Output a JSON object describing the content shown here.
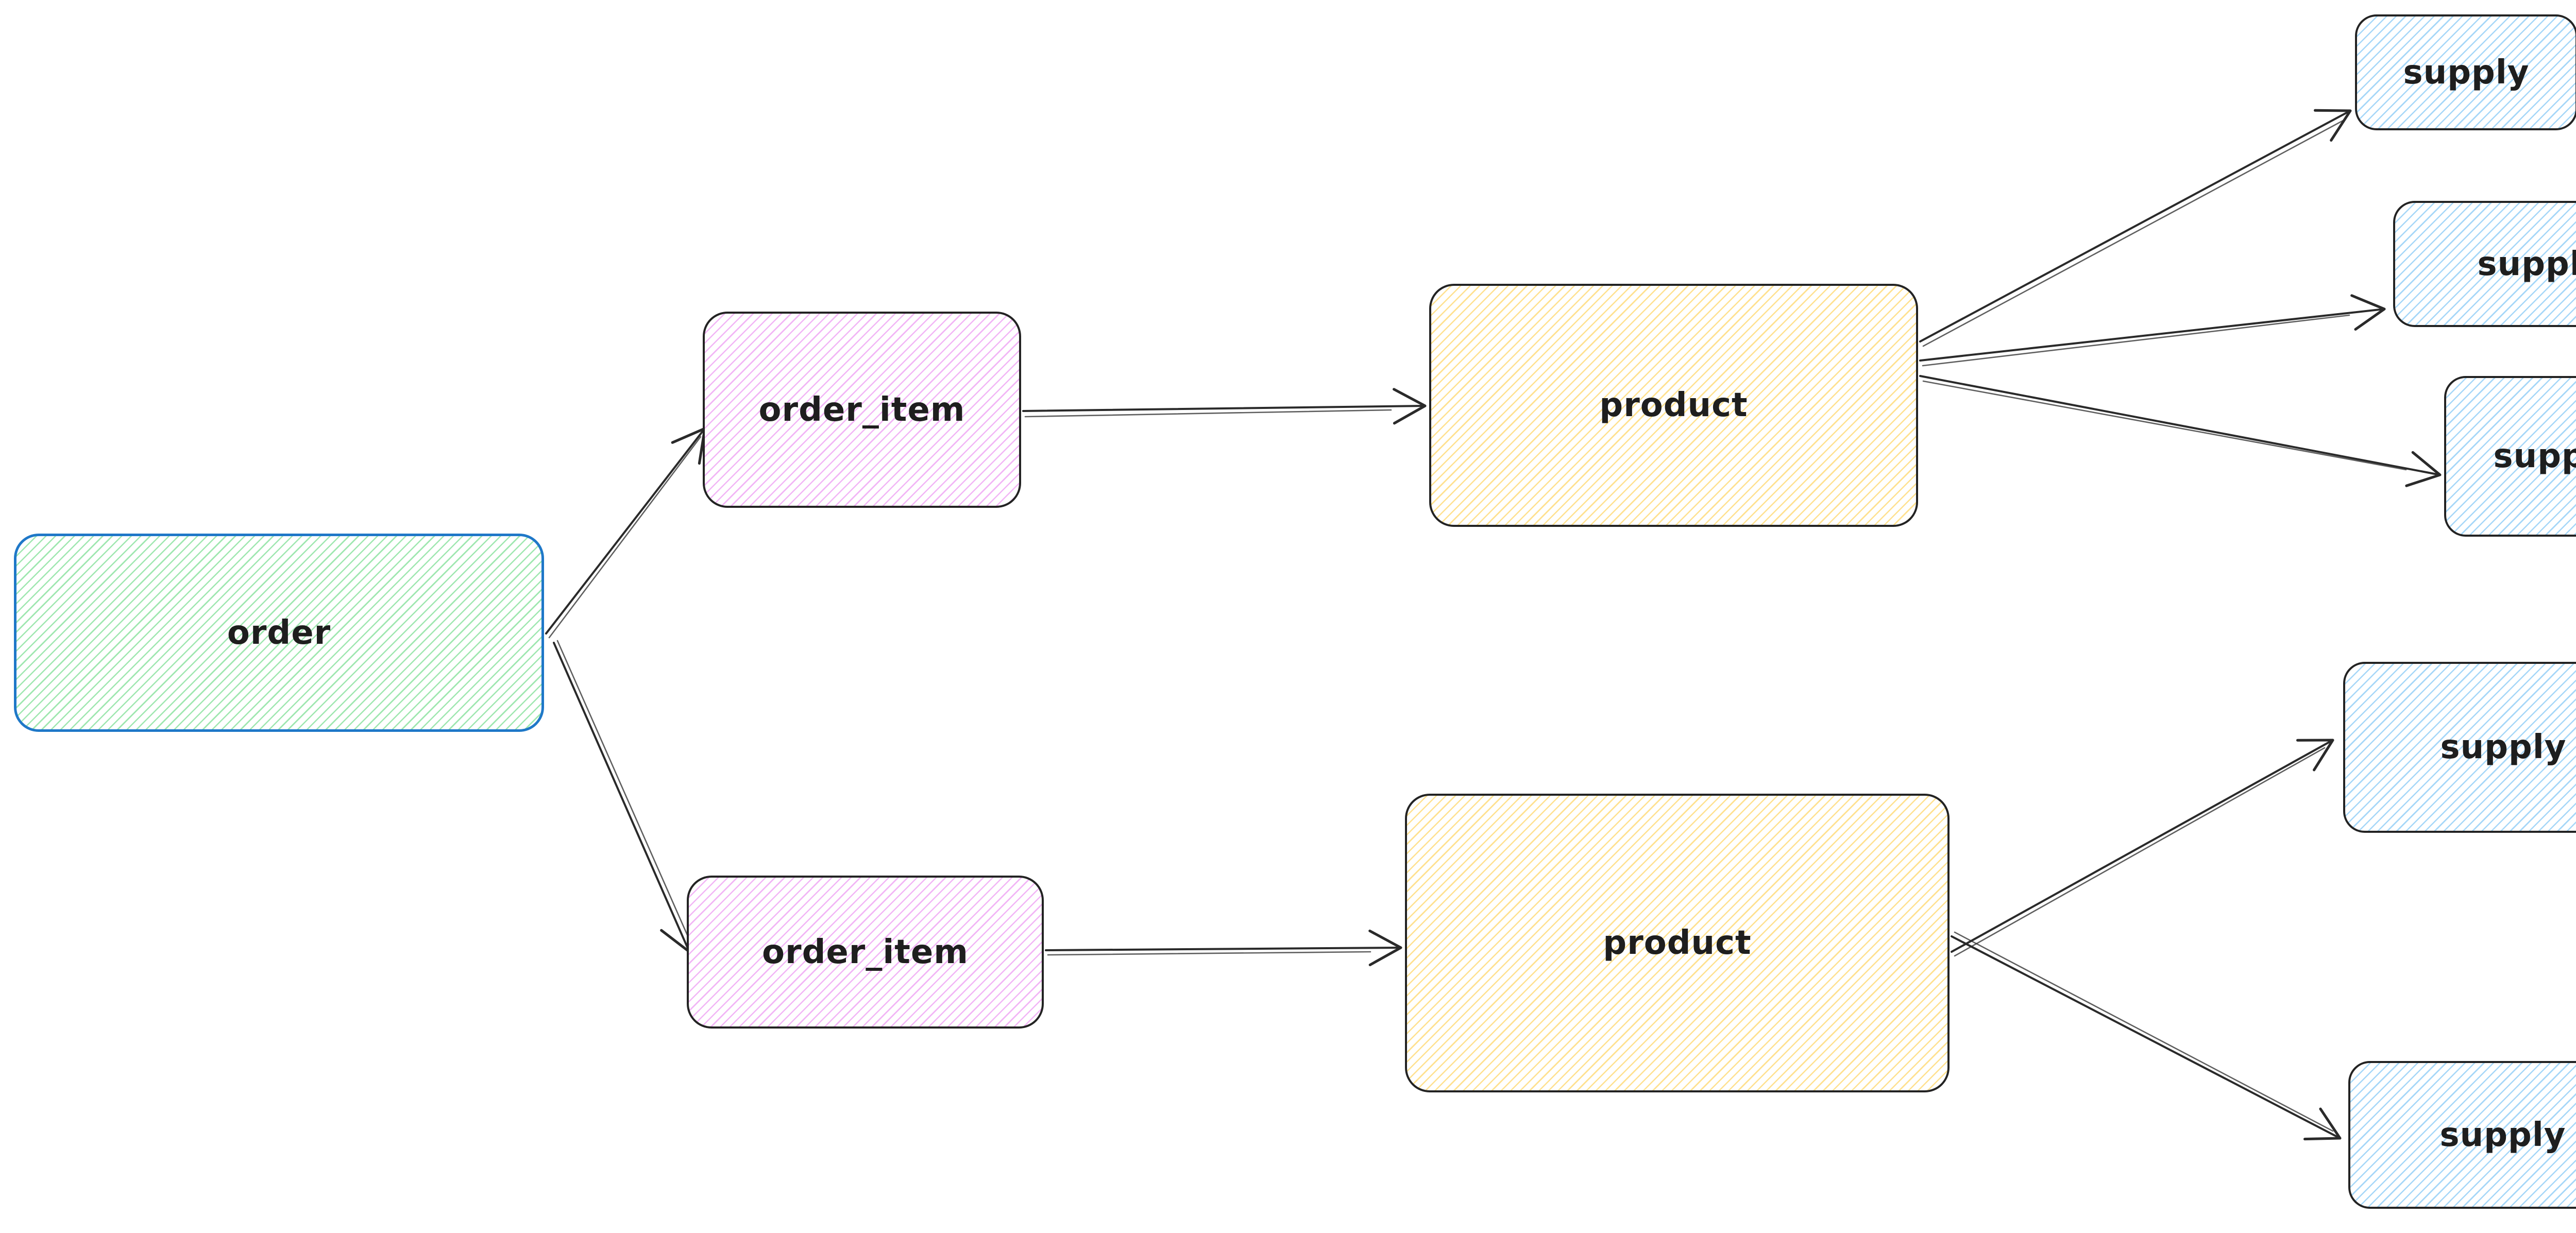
{
  "diagram": {
    "background_color": "#ffffff",
    "arrow_color": "#2a2a2a",
    "text_color": "#1e1e1e",
    "nodes": [
      {
        "id": "order",
        "label": "order",
        "stroke_color": "#1f78c8",
        "hachure_color": "#9fe7b0"
      },
      {
        "id": "order-item-1",
        "label": "order_item",
        "stroke_color": "#232323",
        "hachure_color": "#f2b6f6"
      },
      {
        "id": "order-item-2",
        "label": "order_item",
        "stroke_color": "#232323",
        "hachure_color": "#f2b6f6"
      },
      {
        "id": "product-1",
        "label": "product",
        "stroke_color": "#232323",
        "hachure_color": "#ffe190"
      },
      {
        "id": "product-2",
        "label": "product",
        "stroke_color": "#232323",
        "hachure_color": "#ffe190"
      },
      {
        "id": "supply-1",
        "label": "supply",
        "stroke_color": "#232323",
        "hachure_color": "#a6d7f8"
      },
      {
        "id": "supply-2",
        "label": "supply",
        "stroke_color": "#232323",
        "hachure_color": "#a6d7f8"
      },
      {
        "id": "supply-3",
        "label": "supply",
        "stroke_color": "#232323",
        "hachure_color": "#a6d7f8"
      },
      {
        "id": "supply-4",
        "label": "supply",
        "stroke_color": "#232323",
        "hachure_color": "#a6d7f8"
      },
      {
        "id": "supply-5",
        "label": "supply",
        "stroke_color": "#232323",
        "hachure_color": "#a6d7f8"
      }
    ],
    "edges": [
      {
        "from": "order",
        "to": "order-item-1"
      },
      {
        "from": "order",
        "to": "order-item-2"
      },
      {
        "from": "order-item-1",
        "to": "product-1"
      },
      {
        "from": "order-item-2",
        "to": "product-2"
      },
      {
        "from": "product-1",
        "to": "supply-1"
      },
      {
        "from": "product-1",
        "to": "supply-2"
      },
      {
        "from": "product-1",
        "to": "supply-3"
      },
      {
        "from": "product-2",
        "to": "supply-4"
      },
      {
        "from": "product-2",
        "to": "supply-5"
      }
    ]
  }
}
